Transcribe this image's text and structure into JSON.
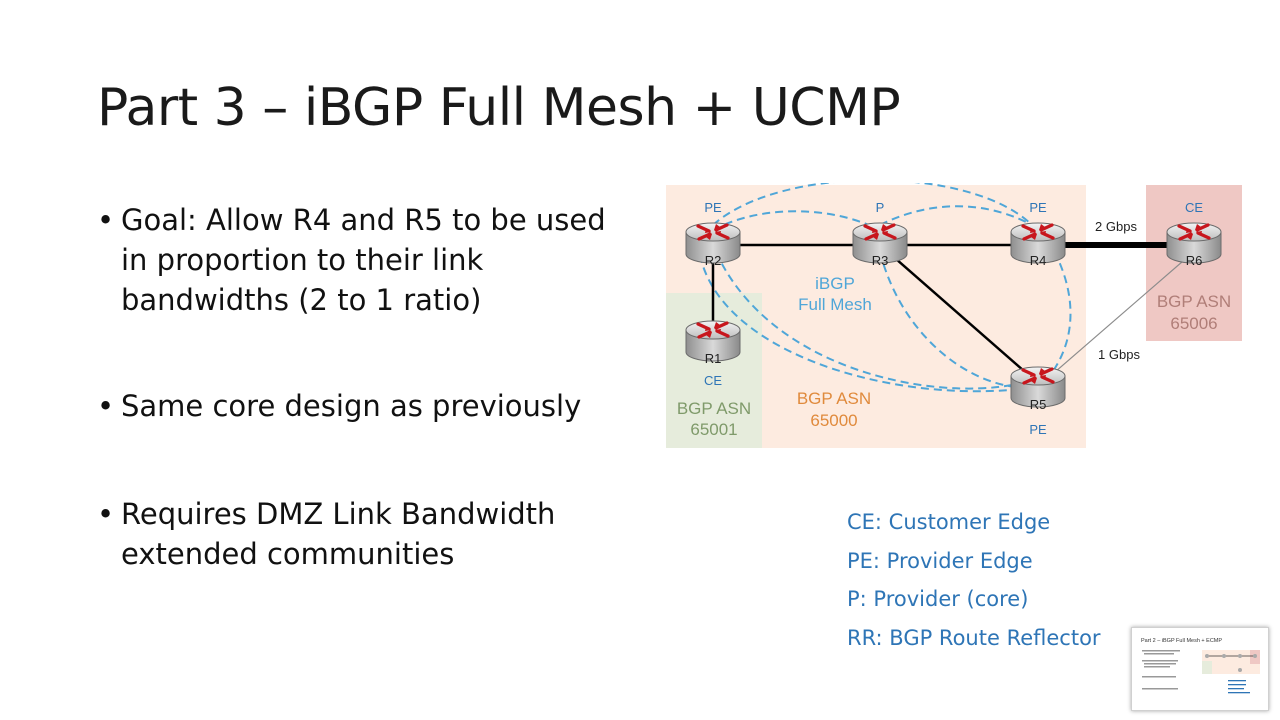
{
  "slide": {
    "title": "Part 3 – iBGP Full Mesh + UCMP",
    "bullets": [
      {
        "lines": [
          "Goal: Allow R4 and R5 to be used",
          "in proportion to their link",
          "bandwidths (2 to 1 ratio)"
        ]
      },
      {
        "lines": [
          "Same core design as previously"
        ]
      },
      {
        "lines": [
          "Requires DMZ Link Bandwidth",
          "extended communities"
        ]
      }
    ],
    "bullet_glyph": "•",
    "legend": [
      "CE: Customer Edge",
      "PE: Provider Edge",
      "P: Provider (core)",
      "RR: BGP Route Reflector"
    ]
  },
  "diagram": {
    "routers": [
      {
        "id": "R1",
        "role": "CE"
      },
      {
        "id": "R2",
        "role": "PE"
      },
      {
        "id": "R3",
        "role": "P"
      },
      {
        "id": "R4",
        "role": "PE"
      },
      {
        "id": "R5",
        "role": "PE"
      },
      {
        "id": "R6",
        "role": "CE"
      }
    ],
    "mesh_label": [
      "iBGP",
      "Full Mesh"
    ],
    "links": [
      {
        "from": "R2",
        "to": "R1",
        "label": ""
      },
      {
        "from": "R2",
        "to": "R3",
        "label": ""
      },
      {
        "from": "R3",
        "to": "R4",
        "label": ""
      },
      {
        "from": "R3",
        "to": "R5",
        "label": ""
      },
      {
        "from": "R4",
        "to": "R6",
        "label": "2 Gbps"
      },
      {
        "from": "R5",
        "to": "R6",
        "label": "1 Gbps"
      }
    ],
    "asn_blocks": [
      {
        "label": "BGP ASN",
        "number": "65001"
      },
      {
        "label": "BGP ASN",
        "number": "65000"
      },
      {
        "label": "BGP ASN",
        "number": "65006"
      }
    ],
    "colors": {
      "core_region": "#fdebe0",
      "ce1_region": "#e6ecdc",
      "ce2_region": "#efc8c4",
      "ibgp_dash": "#4fa6d8",
      "link": "#000000",
      "asn_core_text": "#e08a3c",
      "asn_ce1_text": "#7f9a6a",
      "asn_ce2_text": "#b07e78",
      "mesh_text": "#4fa6d8",
      "legend_text": "#2e75b6"
    },
    "icon": "router-icon"
  },
  "thumbnail": {
    "title": "Part 2 – iBGP Full Mesh + ECMP"
  }
}
